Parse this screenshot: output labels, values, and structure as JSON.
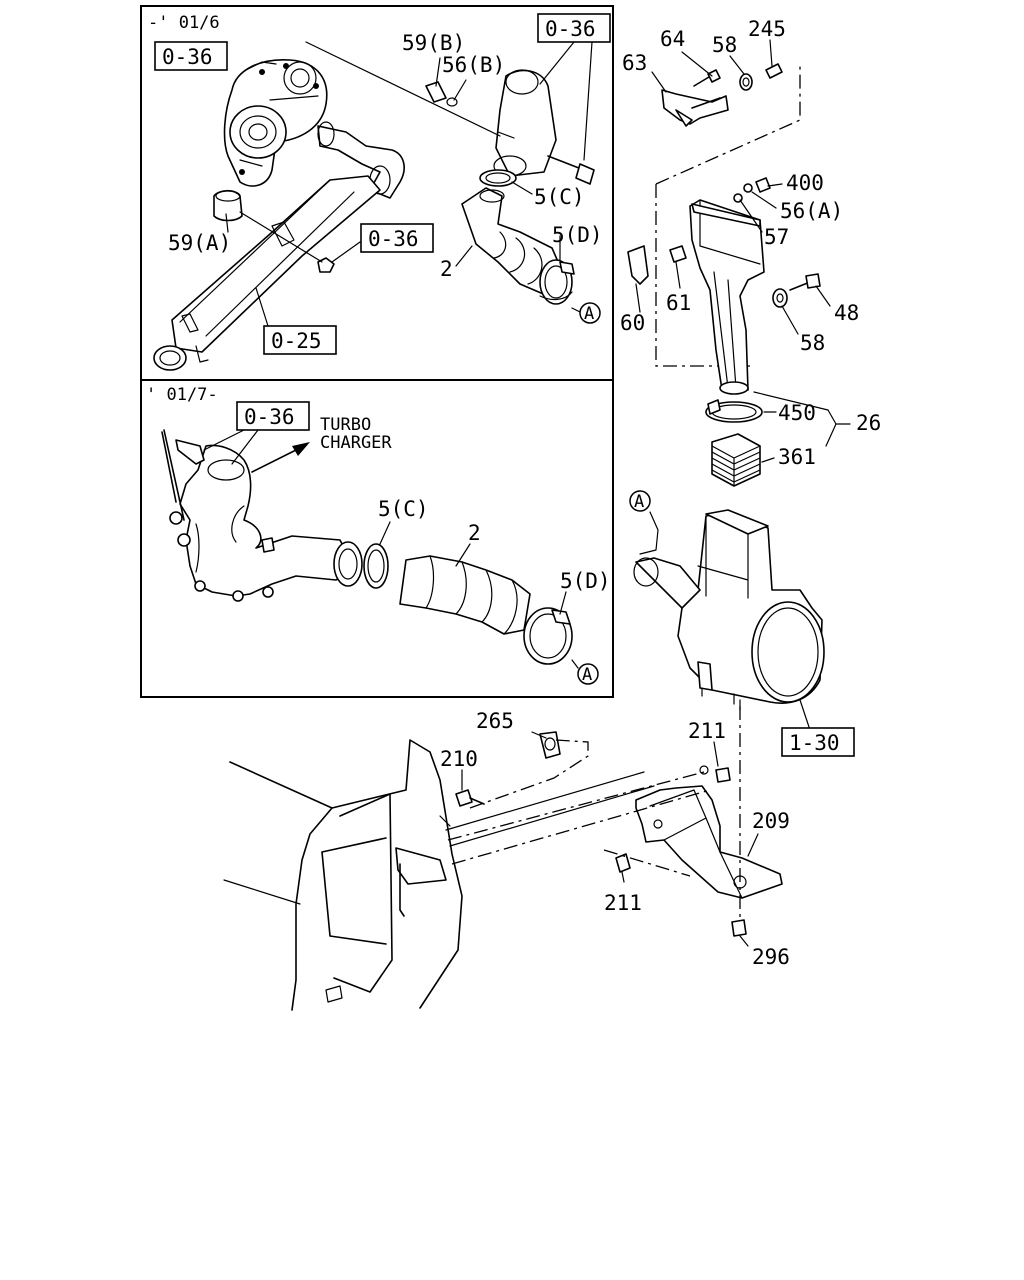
{
  "inset_top": {
    "period": "-' 01/6"
  },
  "inset_bottom": {
    "period": "' 01/7-"
  },
  "turbo_note": {
    "line1": "TURBO",
    "line2": "CHARGER"
  },
  "refs": {
    "r036_a": "0-36",
    "r036_b": "0-36",
    "r036_c": "0-36",
    "r036_d": "0-36",
    "r025": "0-25",
    "r130": "1-30"
  },
  "callouts": {
    "c59b": "59(B)",
    "c56b": "56(B)",
    "c5c_top": "5(C)",
    "c5d_top": "5(D)",
    "c59a": "59(A)",
    "c2_top": "2",
    "cA_top": "A",
    "c5c_bot": "5(C)",
    "c2_bot": "2",
    "c5d_bot": "5(D)",
    "cA_bot": "A",
    "c63": "63",
    "c64": "64",
    "c58_top": "58",
    "c245": "245",
    "c400": "400",
    "c56a": "56(A)",
    "c57": "57",
    "c48": "48",
    "c58_mid": "58",
    "c60": "60",
    "c61": "61",
    "c450": "450",
    "c26": "26",
    "c361": "361",
    "cA_right": "A",
    "c265": "265",
    "c211_top": "211",
    "c210": "210",
    "c209": "209",
    "c211_bot": "211",
    "c296": "296"
  }
}
